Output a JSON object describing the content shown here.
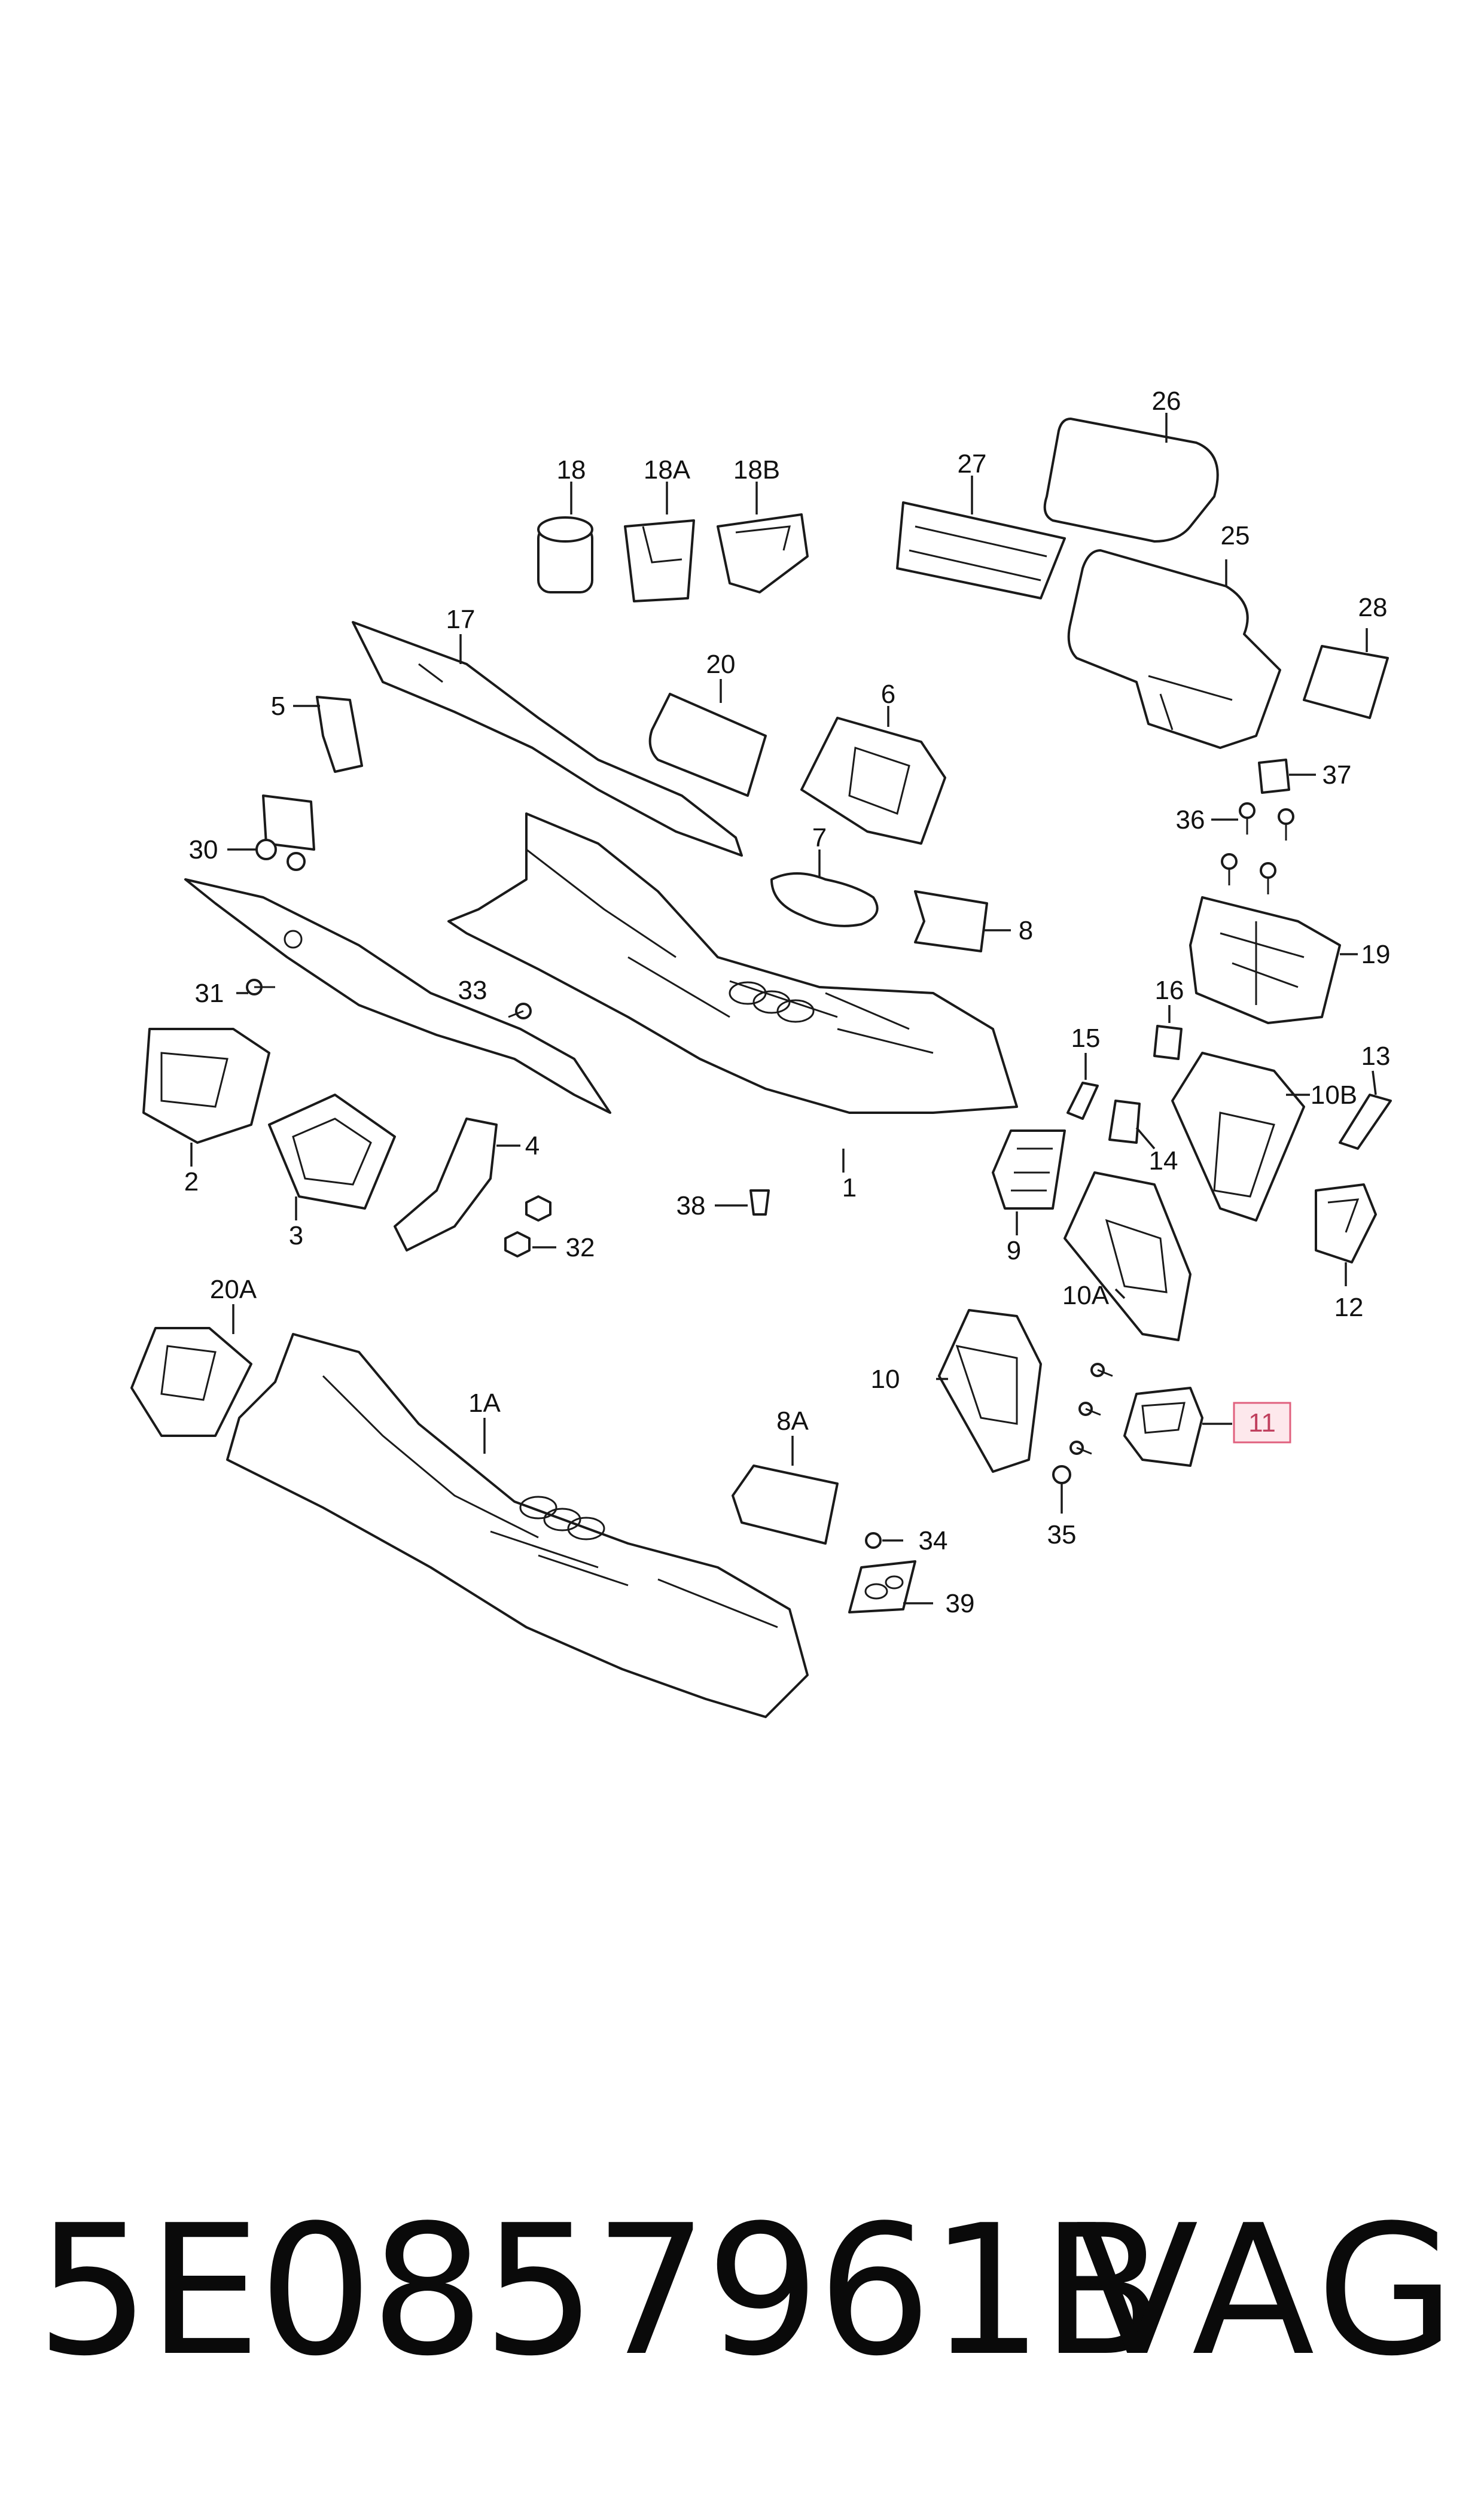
{
  "diagram": {
    "labels": {
      "l1": "1",
      "l1A": "1A",
      "l2": "2",
      "l3": "3",
      "l4": "4",
      "l5": "5",
      "l6": "6",
      "l7": "7",
      "l8": "8",
      "l8A": "8A",
      "l9": "9",
      "l10": "10",
      "l10A": "10A",
      "l10B": "10B",
      "l11": "11",
      "l12": "12",
      "l13": "13",
      "l14": "14",
      "l15": "15",
      "l16": "16",
      "l17": "17",
      "l18": "18",
      "l18A": "18A",
      "l18B": "18B",
      "l19": "19",
      "l20": "20",
      "l20A": "20A",
      "l25": "25",
      "l26": "26",
      "l27": "27",
      "l28": "28",
      "l30": "30",
      "l31": "31",
      "l32": "32",
      "l33": "33",
      "l34": "34",
      "l35": "35",
      "l36": "36",
      "l37": "37",
      "l38": "38",
      "l39": "39"
    },
    "highlighted_label": "11",
    "highlight_color": "#e0607e"
  },
  "footer": {
    "part_number": "5E0857961B",
    "brand": "VAG"
  }
}
